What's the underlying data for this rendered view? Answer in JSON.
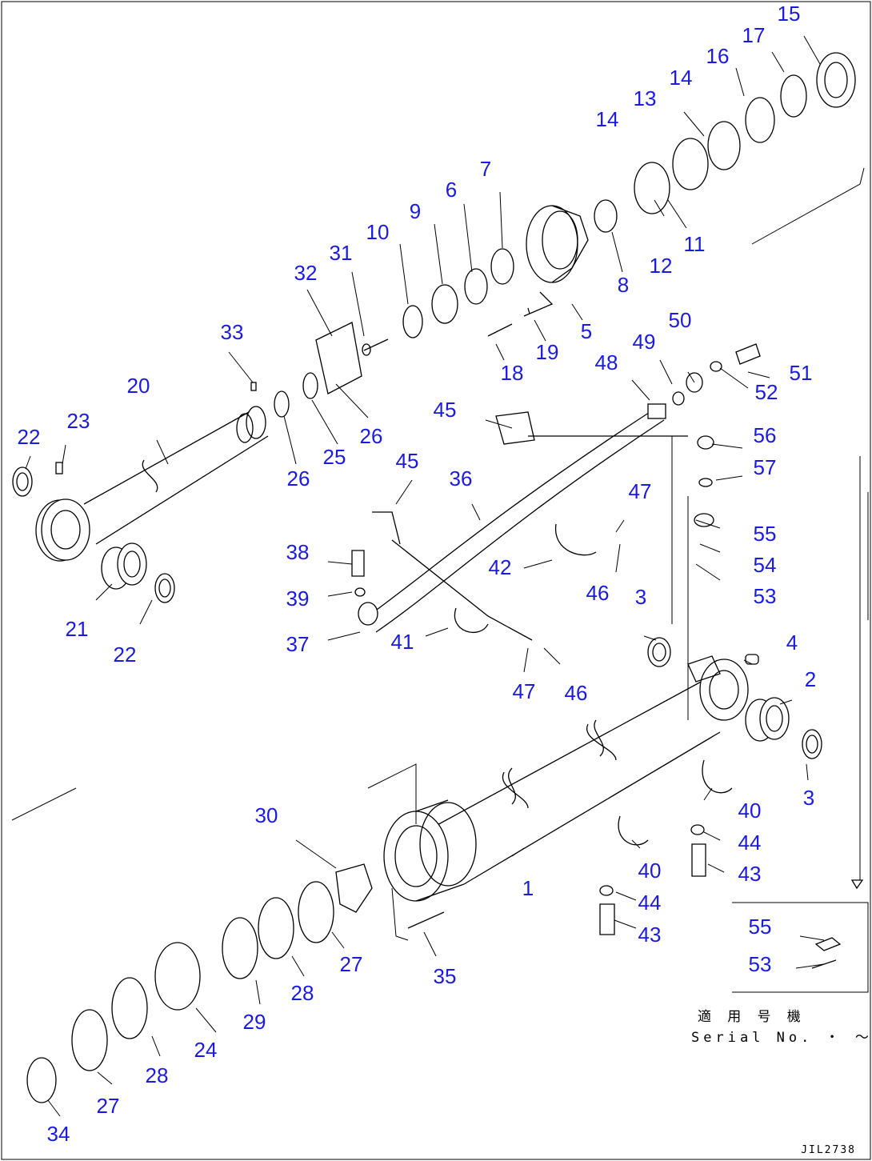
{
  "diagram": {
    "labels": {
      "p1": "1",
      "p2": "2",
      "p3a": "3",
      "p3b": "3",
      "p4": "4",
      "p5": "5",
      "p6": "6",
      "p7": "7",
      "p8": "8",
      "p9": "9",
      "p10": "10",
      "p11": "11",
      "p12": "12",
      "p13": "13",
      "p14a": "14",
      "p14b": "14",
      "p15": "15",
      "p16": "16",
      "p17": "17",
      "p18": "18",
      "p19": "19",
      "p20": "20",
      "p21": "21",
      "p22a": "22",
      "p22b": "22",
      "p23": "23",
      "p24": "24",
      "p25": "25",
      "p26a": "26",
      "p26b": "26",
      "p27a": "27",
      "p27b": "27",
      "p28a": "28",
      "p28b": "28",
      "p29": "29",
      "p30": "30",
      "p31": "31",
      "p32": "32",
      "p33": "33",
      "p34": "34",
      "p35": "35",
      "p36": "36",
      "p37": "37",
      "p38": "38",
      "p39": "39",
      "p40a": "40",
      "p40b": "40",
      "p41": "41",
      "p42": "42",
      "p43a": "43",
      "p43b": "43",
      "p44a": "44",
      "p44b": "44",
      "p45a": "45",
      "p45b": "45",
      "p46a": "46",
      "p46b": "46",
      "p47a": "47",
      "p47b": "47",
      "p48": "48",
      "p49": "49",
      "p50": "50",
      "p51": "51",
      "p52": "52",
      "p53a": "53",
      "p53b": "53",
      "p54": "54",
      "p55a": "55",
      "p55b": "55",
      "p56": "56",
      "p57": "57"
    },
    "serial_jp": "適 用 号 機",
    "serial_en": "Serial No.  ・ ～",
    "drawing_code": "JIL2738"
  },
  "colors": {
    "label": "#1a1ae6",
    "line": "#000000",
    "background": "#ffffff"
  }
}
